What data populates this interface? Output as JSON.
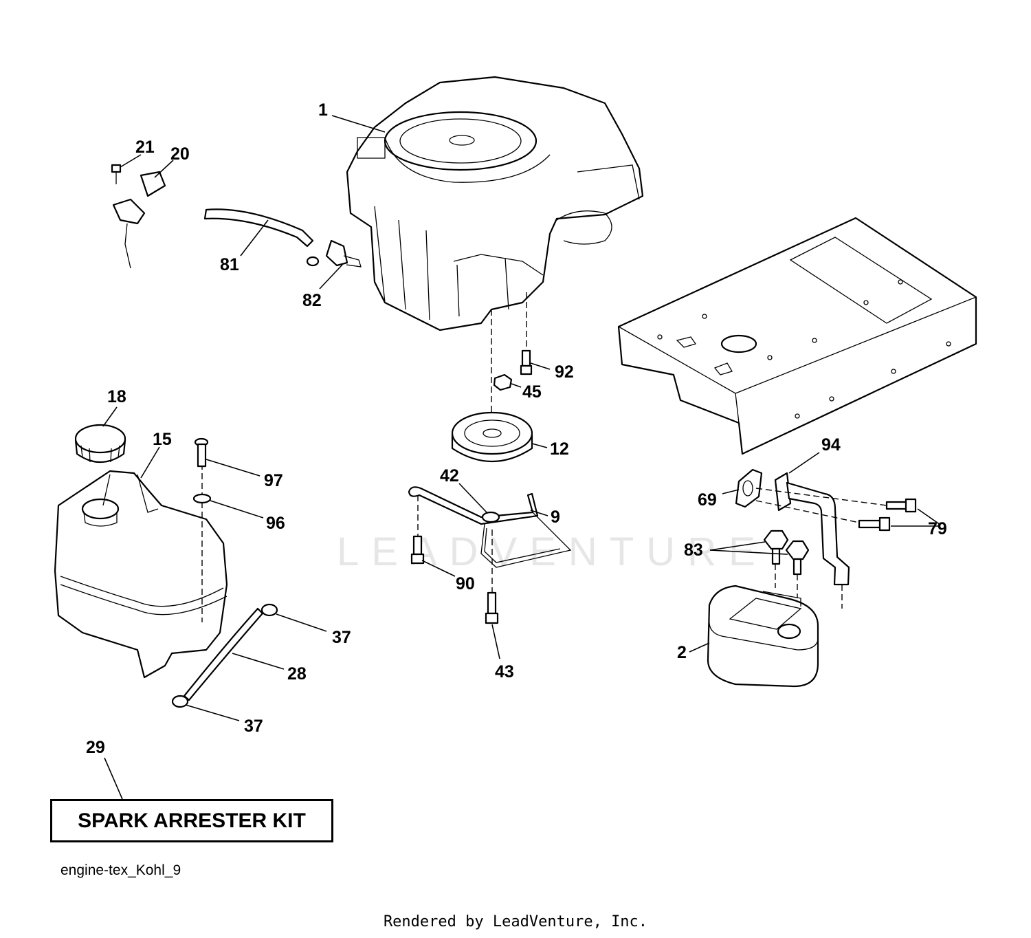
{
  "diagram": {
    "callouts": [
      "1",
      "2",
      "9",
      "12",
      "15",
      "18",
      "20",
      "21",
      "28",
      "29",
      "37",
      "37",
      "42",
      "43",
      "45",
      "69",
      "79",
      "81",
      "82",
      "83",
      "90",
      "92",
      "94",
      "96",
      "97"
    ],
    "kit_label": "SPARK ARRESTER KIT",
    "diagram_id": "engine-tex_Kohl_9",
    "watermark": "LEADVENTURE",
    "credit": "Rendered by LeadVenture, Inc."
  }
}
